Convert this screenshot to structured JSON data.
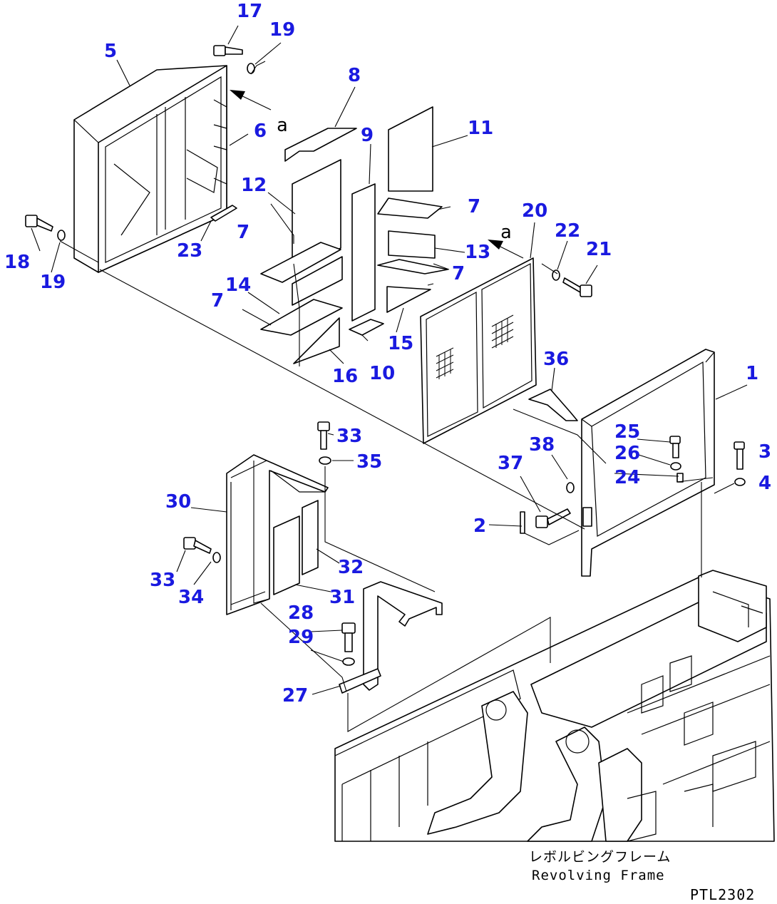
{
  "callouts": {
    "n1": "1",
    "n2": "2",
    "n3": "3",
    "n4": "4",
    "n5": "5",
    "n6": "6",
    "n7a": "7",
    "n7b": "7",
    "n7c": "7",
    "n7d": "7",
    "n8": "8",
    "n9": "9",
    "n10": "10",
    "n11": "11",
    "n12": "12",
    "n13": "13",
    "n14": "14",
    "n15": "15",
    "n16": "16",
    "n17": "17",
    "n18": "18",
    "n19a": "19",
    "n19b": "19",
    "n20": "20",
    "n21": "21",
    "n22": "22",
    "n23": "23",
    "n24": "24",
    "n25": "25",
    "n26": "26",
    "n27": "27",
    "n28": "28",
    "n29": "29",
    "n30": "30",
    "n31": "31",
    "n32": "32",
    "n33a": "33",
    "n33b": "33",
    "n34": "34",
    "n35": "35",
    "n36": "36",
    "n37": "37",
    "n38": "38"
  },
  "refs": {
    "a_upper": "a",
    "a_lower": "a"
  },
  "caption": {
    "japanese": "レボルビングフレーム",
    "english": "Revolving Frame"
  },
  "drawing_code": "PTL2302",
  "colors": {
    "callout": "#1a1ae0",
    "line": "#000000",
    "background": "#ffffff"
  }
}
